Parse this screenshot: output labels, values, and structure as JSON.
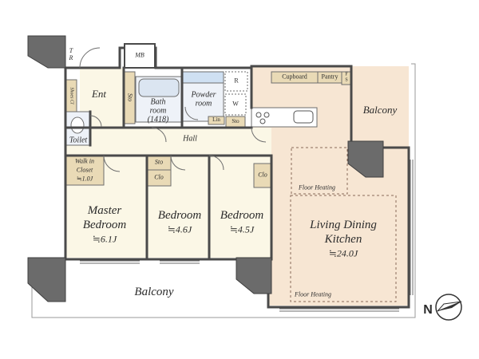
{
  "rooms": {
    "master_bedroom": {
      "name_l1": "Master",
      "name_l2": "Bedroom",
      "area": "≒6.1J"
    },
    "bedroom_a": {
      "name": "Bedroom",
      "area": "≒4.6J"
    },
    "bedroom_b": {
      "name": "Bedroom",
      "area": "≒4.5J"
    },
    "ldk": {
      "name_l1": "Living Dining",
      "name_l2": "Kitchen",
      "area": "≒24.0J"
    },
    "hall": "Hall",
    "entrance": "Ent",
    "toilet": "Toilet",
    "bathroom": {
      "l1": "Bath",
      "l2": "room",
      "l3": "(1418)"
    },
    "powder_room": {
      "l1": "Powder",
      "l2": "room"
    },
    "walk_in_closet": {
      "l1": "Walk in",
      "l2": "Closet",
      "l3": "≒1.0J"
    },
    "mb": "MB",
    "tr": "T R",
    "shoes_cl": "Shoes Cl",
    "sto": "Sto",
    "clo": "Clo",
    "lin": "Lin",
    "r": "R",
    "w": "W",
    "cupboard": "Cupboard",
    "pantry": "Pantry",
    "fs": "F S"
  },
  "balconies": {
    "east": "Balcony",
    "south": "Balcony"
  },
  "floor_heating": {
    "upper": "Floor Heating",
    "lower": "Floor Heating"
  },
  "compass": {
    "label": "N"
  },
  "colors": {
    "ldk_floor": "#f7e6d3",
    "floor": "#fbf7e6",
    "wet": "#eef2f8",
    "storage": "#e9dab6",
    "wall": "#4a4a4a",
    "column": "#6b6b6b"
  }
}
